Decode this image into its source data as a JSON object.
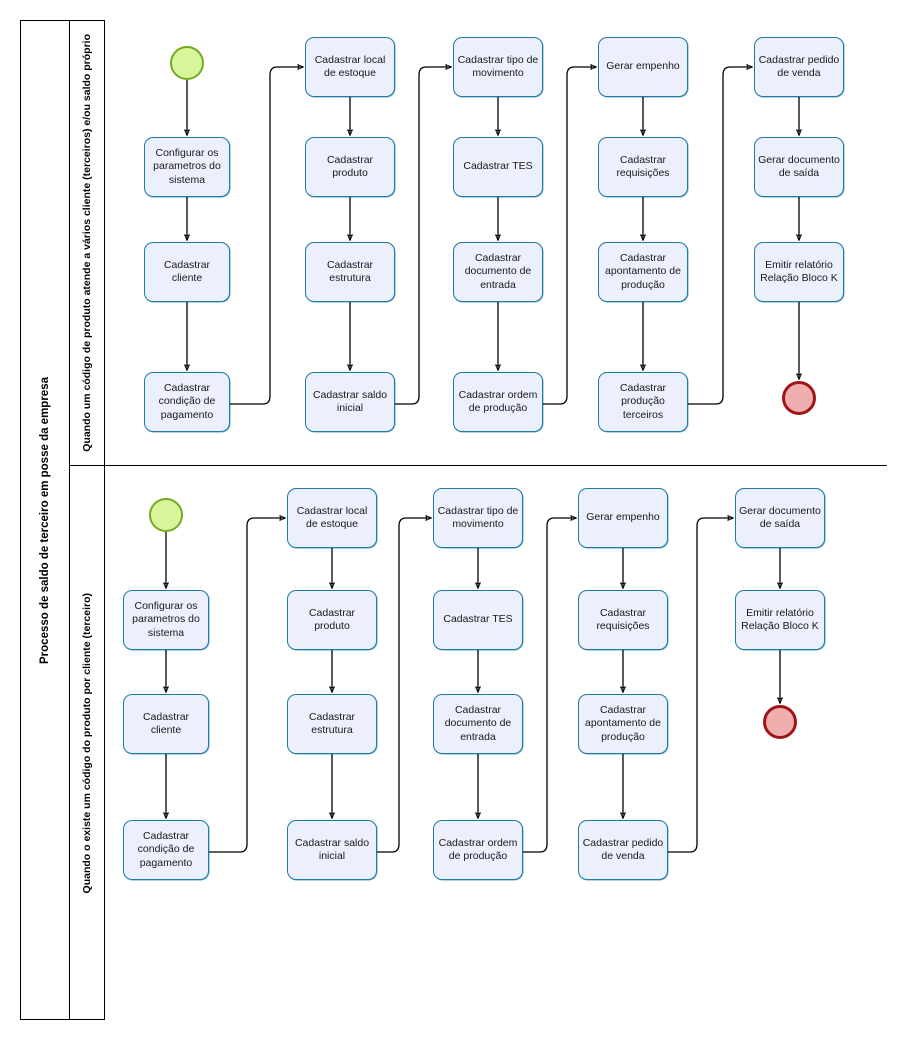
{
  "pool": {
    "title": "Processo de saldo de terceiro em posse da empresa"
  },
  "lanes": [
    {
      "id": "lane-top",
      "title": "Quando um código de produto atende a vários cliente (terceiros) e/ou saldo próprio",
      "start_event": "start-event",
      "end_event": "end-event",
      "columns": [
        {
          "tasks": [
            "Configurar os parametros do sistema",
            "Cadastrar cliente",
            "Cadastrar condição de pagamento"
          ]
        },
        {
          "tasks": [
            "Cadastrar local de estoque",
            "Cadastrar produto",
            "Cadastrar estrutura",
            "Cadastrar saldo inicial"
          ]
        },
        {
          "tasks": [
            "Cadastrar tipo de movimento",
            "Cadastrar TES",
            "Cadastrar documento de entrada",
            "Cadastrar ordem de produção"
          ]
        },
        {
          "tasks": [
            "Gerar empenho",
            "Cadastrar requisições",
            "Cadastrar apontamento de produção",
            "Cadastrar produção terceiros"
          ]
        },
        {
          "tasks": [
            "Cadastrar pedido de venda",
            "Gerar documento de saída",
            "Emitir relatório Relação Bloco K"
          ]
        }
      ]
    },
    {
      "id": "lane-bottom",
      "title": "Quando o existe um código do produto por cliente (terceiro)",
      "start_event": "start-event",
      "end_event": "end-event",
      "columns": [
        {
          "tasks": [
            "Configurar os parametros do sistema",
            "Cadastrar cliente",
            "Cadastrar condição de pagamento"
          ]
        },
        {
          "tasks": [
            "Cadastrar local de estoque",
            "Cadastrar produto",
            "Cadastrar estrutura",
            "Cadastrar saldo inicial"
          ]
        },
        {
          "tasks": [
            "Cadastrar tipo de movimento",
            "Cadastrar TES",
            "Cadastrar documento de entrada",
            "Cadastrar ordem de produção"
          ]
        },
        {
          "tasks": [
            "Gerar empenho",
            "Cadastrar requisições",
            "Cadastrar apontamento de produção",
            "Cadastrar pedido de venda"
          ]
        },
        {
          "tasks": [
            "Gerar documento de saída",
            "Emitir relatório Relação Bloco K"
          ]
        }
      ]
    }
  ],
  "colors": {
    "task_fill": "#eceffc",
    "task_border": "#1e7ba6",
    "start_fill": "#d9f59c",
    "start_border": "#73aa20",
    "end_fill": "#f0aeae",
    "end_border": "#9f1616",
    "frame": "#000000"
  }
}
